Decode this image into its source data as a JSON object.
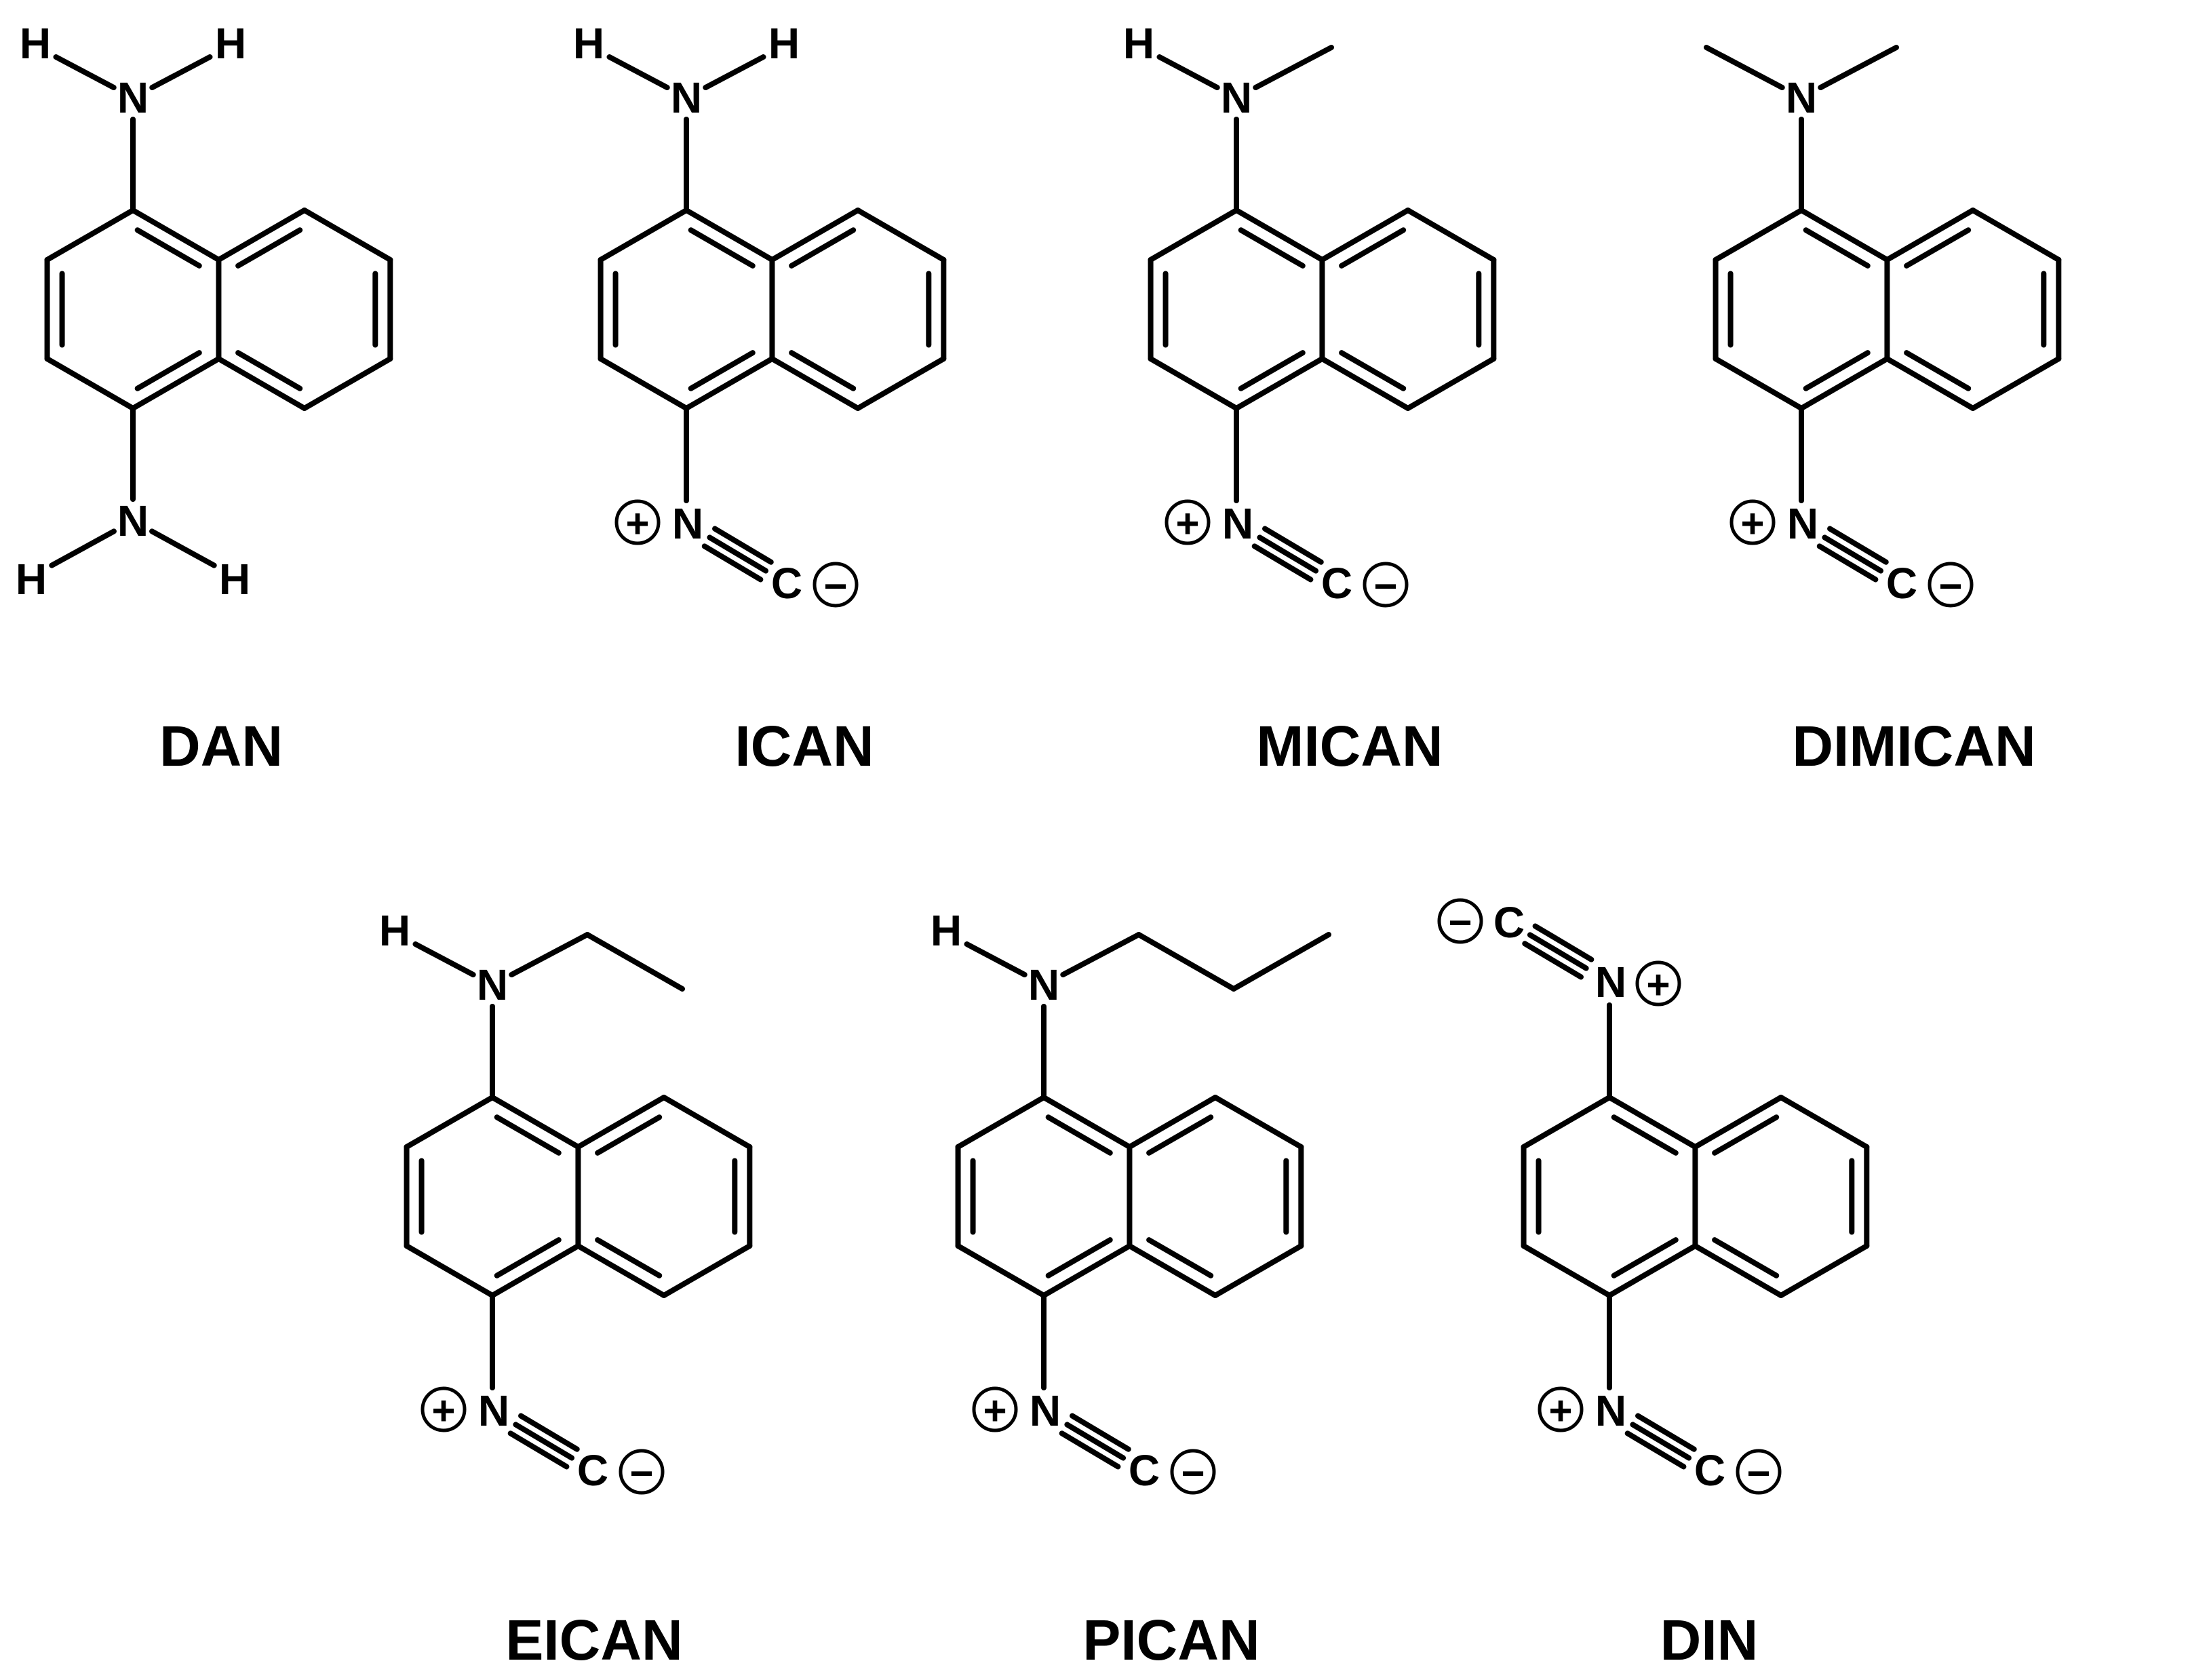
{
  "molecules": [
    {
      "name": "DAN",
      "top_group": {
        "type": "amine",
        "left": "H",
        "right": "H",
        "n": "N"
      },
      "bottom_group": {
        "type": "amine",
        "left": "H",
        "right": "H",
        "n": "N"
      }
    },
    {
      "name": "ICAN",
      "top_group": {
        "type": "amine",
        "left": "H",
        "right": "H",
        "n": "N"
      },
      "bottom_group": {
        "type": "isocyanide",
        "n": "N",
        "c": "C",
        "plus": "+",
        "minus": "−"
      }
    },
    {
      "name": "MICAN",
      "top_group": {
        "type": "amine",
        "left": "H",
        "right": "methyl",
        "n": "N"
      },
      "bottom_group": {
        "type": "isocyanide",
        "n": "N",
        "c": "C",
        "plus": "+",
        "minus": "−"
      }
    },
    {
      "name": "DIMICAN",
      "top_group": {
        "type": "amine",
        "left": "methyl",
        "right": "methyl",
        "n": "N"
      },
      "bottom_group": {
        "type": "isocyanide",
        "n": "N",
        "c": "C",
        "plus": "+",
        "minus": "−"
      }
    },
    {
      "name": "EICAN",
      "top_group": {
        "type": "amine",
        "left": "H",
        "right": "ethyl",
        "n": "N"
      },
      "bottom_group": {
        "type": "isocyanide",
        "n": "N",
        "c": "C",
        "plus": "+",
        "minus": "−"
      }
    },
    {
      "name": "PICAN",
      "top_group": {
        "type": "amine",
        "left": "H",
        "right": "propyl",
        "n": "N"
      },
      "bottom_group": {
        "type": "isocyanide",
        "n": "N",
        "c": "C",
        "plus": "+",
        "minus": "−"
      }
    },
    {
      "name": "DIN",
      "top_group": {
        "type": "isocyanide",
        "n": "N",
        "c": "C",
        "plus": "+",
        "minus": "−"
      },
      "bottom_group": {
        "type": "isocyanide",
        "n": "N",
        "c": "C",
        "plus": "+",
        "minus": "−"
      }
    }
  ],
  "colors": {
    "ink": "#000000",
    "background": "#ffffff"
  }
}
